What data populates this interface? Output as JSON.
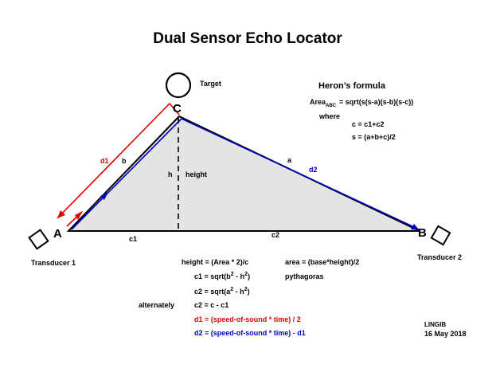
{
  "title": "Dual Sensor Echo Locator",
  "target_label": "Target",
  "vertices": {
    "a": "A",
    "b": "B",
    "c": "C"
  },
  "transducers": {
    "t1": "Transducer 1",
    "t2": "Transducer 2"
  },
  "side_labels": {
    "b": "b",
    "a": "a",
    "c1": "c1",
    "c2": "c2",
    "d1": "d1",
    "d2": "d2",
    "h": "h",
    "height": "height"
  },
  "heron": {
    "heading": "Heron’s formula",
    "area_prefix": "Area",
    "area_sub": "ABC",
    "area_rhs": "= sqrt(s(s-a)(s-b)(s-c))",
    "where": "where",
    "eq_c": "c = c1+c2",
    "eq_s": "s = (a+b+c)/2"
  },
  "equations": {
    "height": "height = (Area * 2)/c",
    "area": "area = (base*height)/2",
    "c1_a": "c1 = sqrt(b",
    "c1_b": " - h",
    "c1_c": ")",
    "pythagoras": "pythagoras",
    "c2_a": "c2 = sqrt(a",
    "c2_b": " - h",
    "c2_c": ")",
    "sup": "2",
    "alternately": "alternately",
    "c2_alt": "c2 = c - c1",
    "d1": "d1 =  (speed-of-sound * time) / 2",
    "d2": "d2 = (speed-of-sound * time) - d1"
  },
  "credit": {
    "author": "LINGIB",
    "date": "16 May 2018"
  },
  "colors": {
    "red": "#e00000",
    "blue": "#0000c0",
    "fill": "#e4e4e4"
  }
}
